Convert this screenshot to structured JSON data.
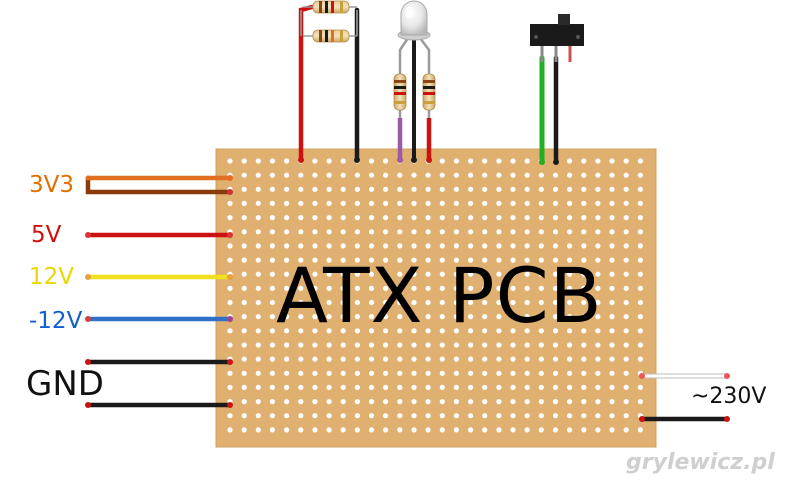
{
  "board": {
    "title": "ATX PCB"
  },
  "rails": [
    {
      "id": "3v3",
      "label": "3V3",
      "color": "#e07000"
    },
    {
      "id": "5v",
      "label": "5V",
      "color": "#d01010"
    },
    {
      "id": "12v",
      "label": "12V",
      "color": "#e8d800"
    },
    {
      "id": "m12v",
      "label": "-12V",
      "color": "#1060d0"
    },
    {
      "id": "gnd",
      "label": "GND",
      "color": "#111111"
    }
  ],
  "ac": {
    "label": "~230V"
  },
  "watermark": "grylewicz.pl",
  "colors": {
    "board": "#e0b070",
    "hole": "#ffffff",
    "wire_red": "#cc1111",
    "wire_black": "#1a1a1a",
    "wire_green": "#22b022",
    "wire_purple": "#9a5aa8",
    "wire_brown": "#8b3a0a",
    "wire_orange": "#e07020",
    "wire_yellow": "#f0e020",
    "wire_blue": "#3070c8"
  }
}
